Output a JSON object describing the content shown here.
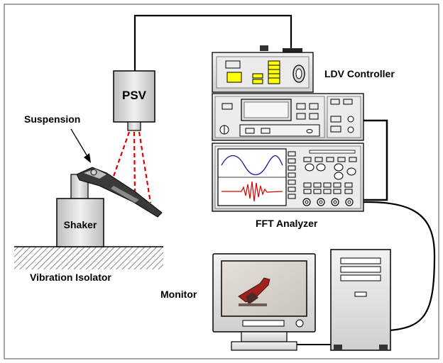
{
  "labels": {
    "psv": "PSV",
    "suspension": "Suspension",
    "shaker": "Shaker",
    "vibration_isolator": "Vibration Isolator",
    "ldv_controller": "LDV Controller",
    "fft_analyzer": "FFT Analyzer",
    "monitor": "Monitor"
  },
  "colors": {
    "device_gray": "#e3e3e3",
    "panel_yellow": "#ffff00",
    "laser_red": "#e00000",
    "scope_blue": "#1a1aa0",
    "scope_red": "#d00000",
    "screen_bg": "#d9d5cf",
    "frame_border": "#8a8a8a"
  },
  "icons": [
    "laser-vibrometer-icon",
    "shaker-icon",
    "ldv-controller-icon",
    "fft-analyzer-icon",
    "monitor-icon",
    "computer-tower-icon",
    "suspension-icon",
    "cable-icon"
  ]
}
